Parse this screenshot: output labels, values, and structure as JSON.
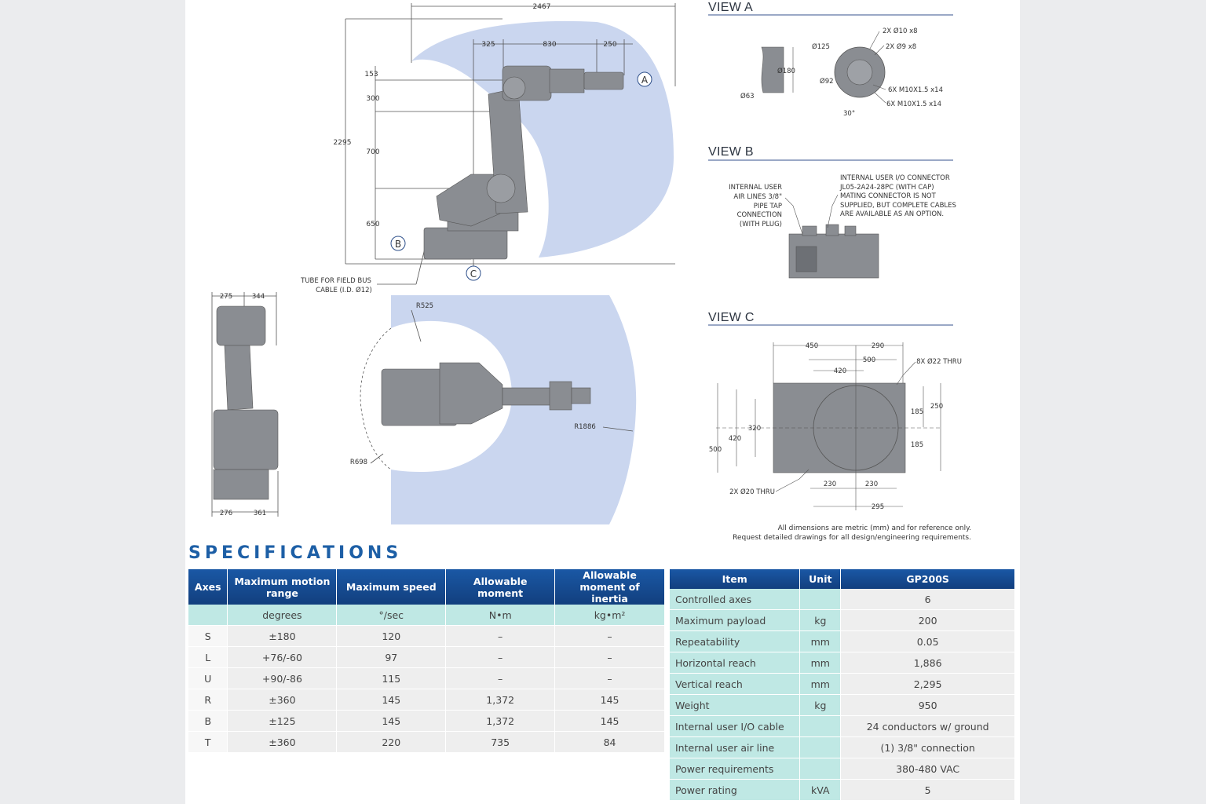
{
  "drawings": {
    "side_view": {
      "dims_top": [
        "2467",
        "325",
        "830",
        "250"
      ],
      "dims_left": [
        "153",
        "300",
        "700",
        "650"
      ],
      "height_dim": "2295",
      "callouts": [
        "A",
        "B",
        "C"
      ],
      "tube_note_1": "TUBE FOR FIELD BUS",
      "tube_note_2": "CABLE (I.D. Ø12)"
    },
    "front_view": {
      "top_dims": [
        "275",
        "344"
      ],
      "bottom_dims": [
        "276",
        "361"
      ]
    },
    "top_view": {
      "radii": [
        "R525",
        "R1886",
        "R698"
      ]
    },
    "view_a": {
      "title": "VIEW A",
      "labels": [
        "2X Ø10 x8",
        "2X Ø9 x8",
        "Ø125",
        "Ø180",
        "Ø92",
        "Ø63",
        "6X M10X1.5 x14",
        "6X M10X1.5 x14",
        "30°"
      ]
    },
    "view_b": {
      "title": "VIEW B",
      "left_note": [
        "INTERNAL USER",
        "AIR LINES 3/8\"",
        "PIPE TAP",
        "CONNECTION",
        "(WITH PLUG)"
      ],
      "right_note": [
        "INTERNAL USER I/O CONNECTOR",
        "JL05-2A24-28PC (WITH CAP)",
        "MATING CONNECTOR IS NOT",
        "SUPPLIED, BUT COMPLETE CABLES",
        "ARE AVAILABLE AS AN OPTION."
      ]
    },
    "view_c": {
      "title": "VIEW C",
      "labels": [
        "450",
        "290",
        "500",
        "420",
        "8X Ø22 THRU",
        "250",
        "185",
        "185",
        "320",
        "420",
        "500",
        "230",
        "230",
        "295",
        "2X Ø20 THRU"
      ]
    },
    "footnote_1": "All dimensions are metric (mm) and for reference only.",
    "footnote_2": "Request detailed drawings for all design/engineering requirements."
  },
  "specifications": {
    "heading": "SPECIFICATIONS",
    "axes_table": {
      "headers": [
        "Axes",
        "Maximum motion range",
        "Maximum speed",
        "Allowable moment",
        "Allowable moment of inertia"
      ],
      "units": [
        "",
        "degrees",
        "°/sec",
        "N•m",
        "kg•m²"
      ],
      "rows": [
        [
          "S",
          "±180",
          "120",
          "–",
          "–"
        ],
        [
          "L",
          "+76/-60",
          "97",
          "–",
          "–"
        ],
        [
          "U",
          "+90/-86",
          "115",
          "–",
          "–"
        ],
        [
          "R",
          "±360",
          "145",
          "1,372",
          "145"
        ],
        [
          "B",
          "±125",
          "145",
          "1,372",
          "145"
        ],
        [
          "T",
          "±360",
          "220",
          "735",
          "84"
        ]
      ]
    },
    "item_table": {
      "headers": [
        "Item",
        "Unit",
        "GP200S"
      ],
      "rows": [
        [
          "Controlled axes",
          "",
          "6"
        ],
        [
          "Maximum payload",
          "kg",
          "200"
        ],
        [
          "Repeatability",
          "mm",
          "0.05"
        ],
        [
          "Horizontal reach",
          "mm",
          "1,886"
        ],
        [
          "Vertical reach",
          "mm",
          "2,295"
        ],
        [
          "Weight",
          "kg",
          "950"
        ],
        [
          "Internal user I/O cable",
          "",
          "24 conductors w/ ground"
        ],
        [
          "Internal user air line",
          "",
          "(1) 3/8\" connection"
        ],
        [
          "Power requirements",
          "",
          "380-480 VAC"
        ],
        [
          "Power rating",
          "kVA",
          "5"
        ]
      ]
    }
  }
}
